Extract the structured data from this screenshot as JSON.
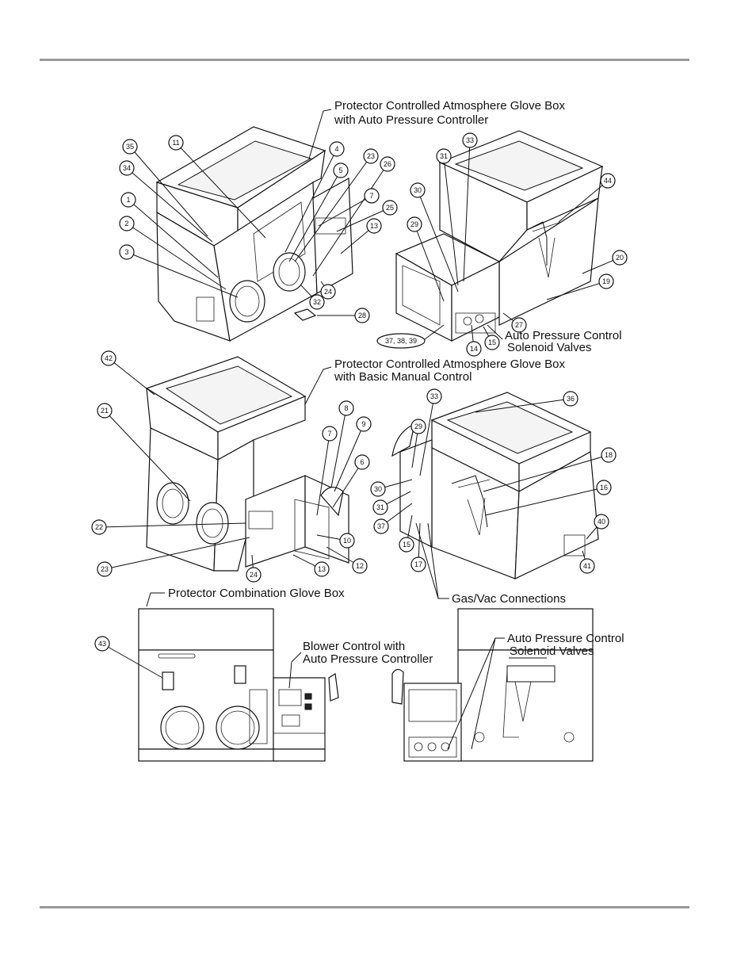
{
  "labels": {
    "controlled_auto_1": "Protector Controlled Atmosphere Glove Box",
    "controlled_auto_2": "with Auto Pressure Controller",
    "solenoid_1": "Auto Pressure Control",
    "solenoid_2": "Solenoid Valves",
    "controlled_manual_1": "Protector Controlled Atmosphere Glove Box",
    "controlled_manual_2": "with Basic Manual Control",
    "gasvac": "Gas/Vac Connections",
    "combination": "Protector Combination Glove Box",
    "blower_1": "Blower Control with",
    "blower_2": "Auto Pressure Controller",
    "solenoid_b1": "Auto Pressure Control",
    "solenoid_b2": "Solenoid Valves",
    "multi_37_38_39": "37, 38, 39"
  },
  "callouts": [
    {
      "id": "c35",
      "n": "35"
    },
    {
      "id": "c11",
      "n": "11"
    },
    {
      "id": "c4",
      "n": "4"
    },
    {
      "id": "c23a",
      "n": "23"
    },
    {
      "id": "c26",
      "n": "26"
    },
    {
      "id": "c34",
      "n": "34"
    },
    {
      "id": "c5",
      "n": "5"
    },
    {
      "id": "c1",
      "n": "1"
    },
    {
      "id": "c7a",
      "n": "7"
    },
    {
      "id": "c25",
      "n": "25"
    },
    {
      "id": "c2",
      "n": "2"
    },
    {
      "id": "c13a",
      "n": "13"
    },
    {
      "id": "c3",
      "n": "3"
    },
    {
      "id": "c32",
      "n": "32"
    },
    {
      "id": "c24a",
      "n": "24"
    },
    {
      "id": "c28",
      "n": "28"
    },
    {
      "id": "c33a",
      "n": "33"
    },
    {
      "id": "c31a",
      "n": "31"
    },
    {
      "id": "c30a",
      "n": "30"
    },
    {
      "id": "c29a",
      "n": "29"
    },
    {
      "id": "c44",
      "n": "44"
    },
    {
      "id": "c20",
      "n": "20"
    },
    {
      "id": "c19",
      "n": "19"
    },
    {
      "id": "c27",
      "n": "27"
    },
    {
      "id": "c15a",
      "n": "15"
    },
    {
      "id": "c14",
      "n": "14"
    },
    {
      "id": "c42",
      "n": "42"
    },
    {
      "id": "c21",
      "n": "21"
    },
    {
      "id": "c8",
      "n": "8"
    },
    {
      "id": "c7b",
      "n": "7"
    },
    {
      "id": "c9",
      "n": "9"
    },
    {
      "id": "c6",
      "n": "6"
    },
    {
      "id": "c22",
      "n": "22"
    },
    {
      "id": "c10",
      "n": "10"
    },
    {
      "id": "c23b",
      "n": "23"
    },
    {
      "id": "c24b",
      "n": "24"
    },
    {
      "id": "c13b",
      "n": "13"
    },
    {
      "id": "c12",
      "n": "12"
    },
    {
      "id": "c33b",
      "n": "33"
    },
    {
      "id": "c36",
      "n": "36"
    },
    {
      "id": "c29b",
      "n": "29"
    },
    {
      "id": "c18",
      "n": "18"
    },
    {
      "id": "c30b",
      "n": "30"
    },
    {
      "id": "c16",
      "n": "16"
    },
    {
      "id": "c31b",
      "n": "31"
    },
    {
      "id": "c37",
      "n": "37"
    },
    {
      "id": "c15b",
      "n": "15"
    },
    {
      "id": "c17",
      "n": "17"
    },
    {
      "id": "c40",
      "n": "40"
    },
    {
      "id": "c41",
      "n": "41"
    },
    {
      "id": "c43",
      "n": "43"
    }
  ]
}
